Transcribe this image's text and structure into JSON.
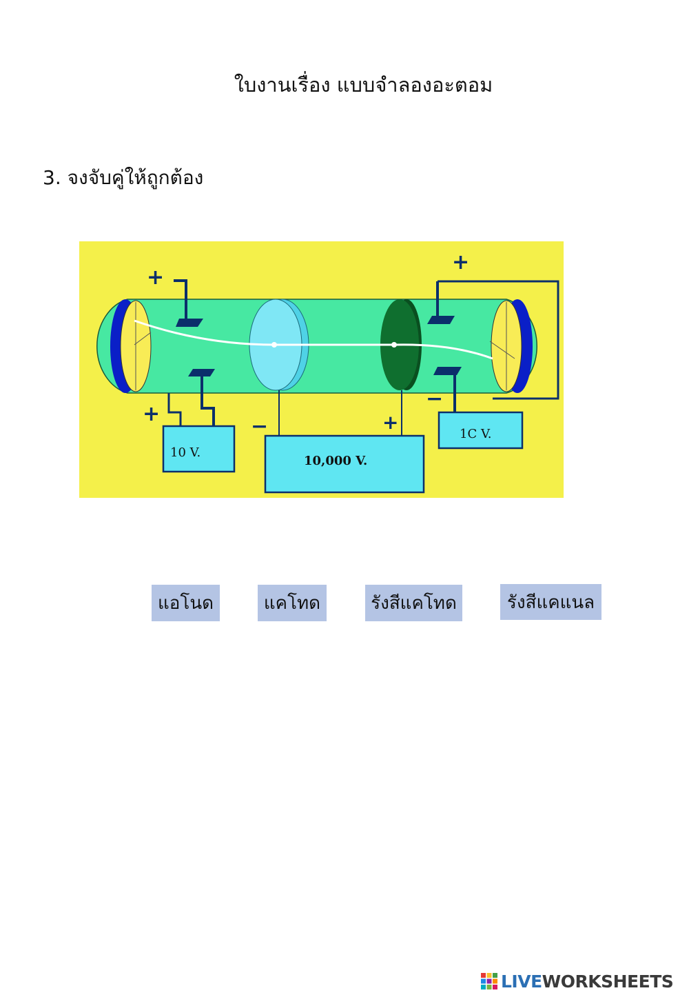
{
  "worksheet": {
    "title": "ใบงานเรื่อง แบบจำลองอะตอม",
    "question": "3. จงจับคู่ให้ถูกต้อง"
  },
  "diagram": {
    "labels": {
      "plus_top_left": "+",
      "plus_bottom_left": "+",
      "minus_center": "−",
      "plus_center": "+",
      "plus_top_right": "+",
      "minus_right": "−"
    },
    "power_left": "10 V.",
    "power_center": "10,000 V.",
    "power_right": "1C V.",
    "colors": {
      "background": "#f4f04a",
      "tube": "#47e8a2",
      "power_box": "#5fe6f2",
      "electrode_blue": "#0a1fc7",
      "screen_yellow": "#f8ec56",
      "cathode_dark": "#0f6f2f",
      "anode_light": "#7fe7f5",
      "wire": "#0b2f6b"
    }
  },
  "answers": [
    {
      "label": "แอโนด"
    },
    {
      "label": "แคโทด"
    },
    {
      "label": "รังสีแคโทด"
    },
    {
      "label": "รังสีแคแนล"
    }
  ],
  "footer": {
    "brand_live": "LIVE",
    "brand_rest": "WORKSHEETS"
  }
}
